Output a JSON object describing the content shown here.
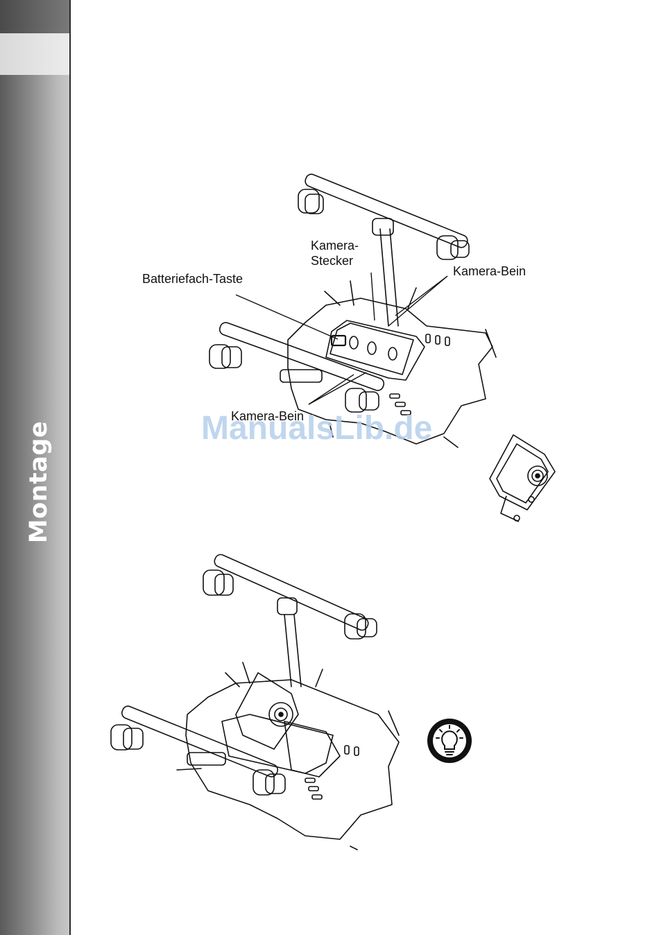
{
  "sidebar": {
    "section_title": "Montage"
  },
  "figure1": {
    "labels": {
      "camera_plug": "Kamera-\nStecker",
      "battery_button": "Batteriefach-Taste",
      "camera_leg_top": "Kamera-Bein",
      "camera_leg_bottom": "Kamera-Bein"
    }
  },
  "watermark": "ManualsLib.de",
  "tip_icon": "lightbulb-icon"
}
